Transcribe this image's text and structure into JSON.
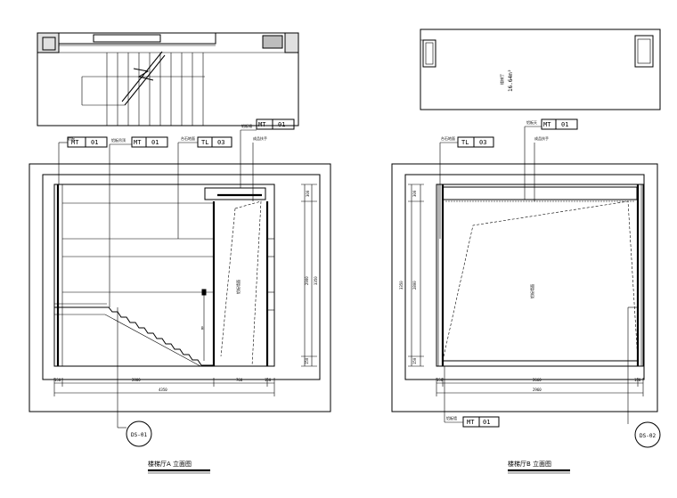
{
  "left_drawing": {
    "caption": "楼梯厅A 立面图",
    "callouts": [
      {
        "title": "铝板",
        "code": "MT",
        "num": "01"
      },
      {
        "title": "铝板吊顶",
        "code": "MT",
        "num": "01"
      },
      {
        "title": "台石地面",
        "code": "TL",
        "num": "03"
      },
      {
        "title": "铝板墙",
        "code": "MT",
        "num": "01"
      }
    ],
    "note_label": "成品扶手",
    "wall_label": "铝板墙面",
    "dims_horizontal": [
      "150",
      "2800",
      "760",
      "150"
    ],
    "dim_total": "4350",
    "dims_vertical": [
      "300",
      "2900",
      "150"
    ],
    "dim_vertical_total": "3350",
    "section_marker": "DS-01"
  },
  "right_drawing": {
    "caption": "楼梯厅B 立面图",
    "plan_room_name": "楼梯厅",
    "plan_room_area": "16.64m²",
    "callouts": [
      {
        "title": "台石地面",
        "code": "TL",
        "num": "03"
      },
      {
        "title": "铝板天",
        "code": "MT",
        "num": "01"
      },
      {
        "title": "铝板墙",
        "code": "MT",
        "num": "01"
      }
    ],
    "note_label": "成品扶手",
    "wall_label": "铝板墙面",
    "dims_horizontal": [
      "150",
      "2660",
      "150"
    ],
    "dim_total": "2960",
    "dims_vertical": [
      "300",
      "2800",
      "150"
    ],
    "dim_vertical_total": "3350",
    "section_marker": "DS-02"
  }
}
